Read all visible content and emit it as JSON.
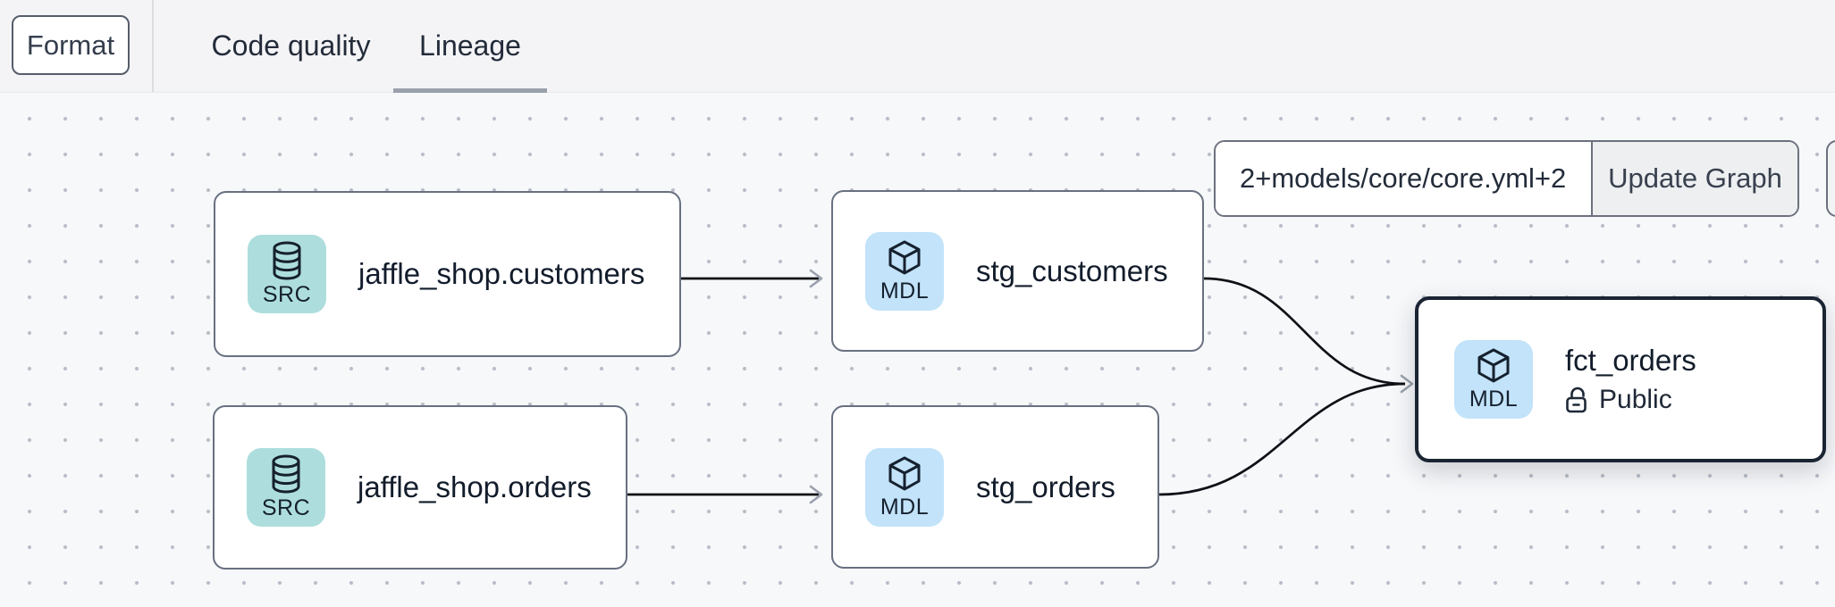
{
  "header": {
    "format_button_label": "Format",
    "tabs": [
      {
        "label": "Code quality",
        "active": false
      },
      {
        "label": "Lineage",
        "active": true
      }
    ]
  },
  "controls": {
    "selector_value": "2+models/core/core.yml+2",
    "update_button_label": "Update Graph"
  },
  "graph": {
    "nodes": [
      {
        "badge": "SRC",
        "label": "jaffle_shop.customers",
        "kind": "source",
        "icon": "database-icon",
        "selected": false
      },
      {
        "badge": "MDL",
        "label": "stg_customers",
        "kind": "model",
        "icon": "cube-icon",
        "selected": false
      },
      {
        "badge": "SRC",
        "label": "jaffle_shop.orders",
        "kind": "source",
        "icon": "database-icon",
        "selected": false
      },
      {
        "badge": "MDL",
        "label": "stg_orders",
        "kind": "model",
        "icon": "cube-icon",
        "selected": false
      },
      {
        "badge": "MDL",
        "label": "fct_orders",
        "kind": "model",
        "icon": "cube-icon",
        "access": "Public",
        "access_icon": "unlocked-padlock-icon",
        "selected": true
      }
    ],
    "edges": [
      {
        "from": "jaffle_shop.customers",
        "to": "stg_customers"
      },
      {
        "from": "jaffle_shop.orders",
        "to": "stg_orders"
      },
      {
        "from": "stg_customers",
        "to": "fct_orders"
      },
      {
        "from": "stg_orders",
        "to": "fct_orders"
      }
    ]
  },
  "colors": {
    "source_icon_bg": "#addedd",
    "model_icon_bg": "#c2e3f9",
    "selected_border": "#1b2433",
    "node_border": "#687080",
    "edge": "#0e1116",
    "arrowhead": "#99a0ab",
    "tab_underline": "#9aa1ac",
    "canvas_bg": "#f7f8fa",
    "header_bg": "#f4f4f6"
  }
}
